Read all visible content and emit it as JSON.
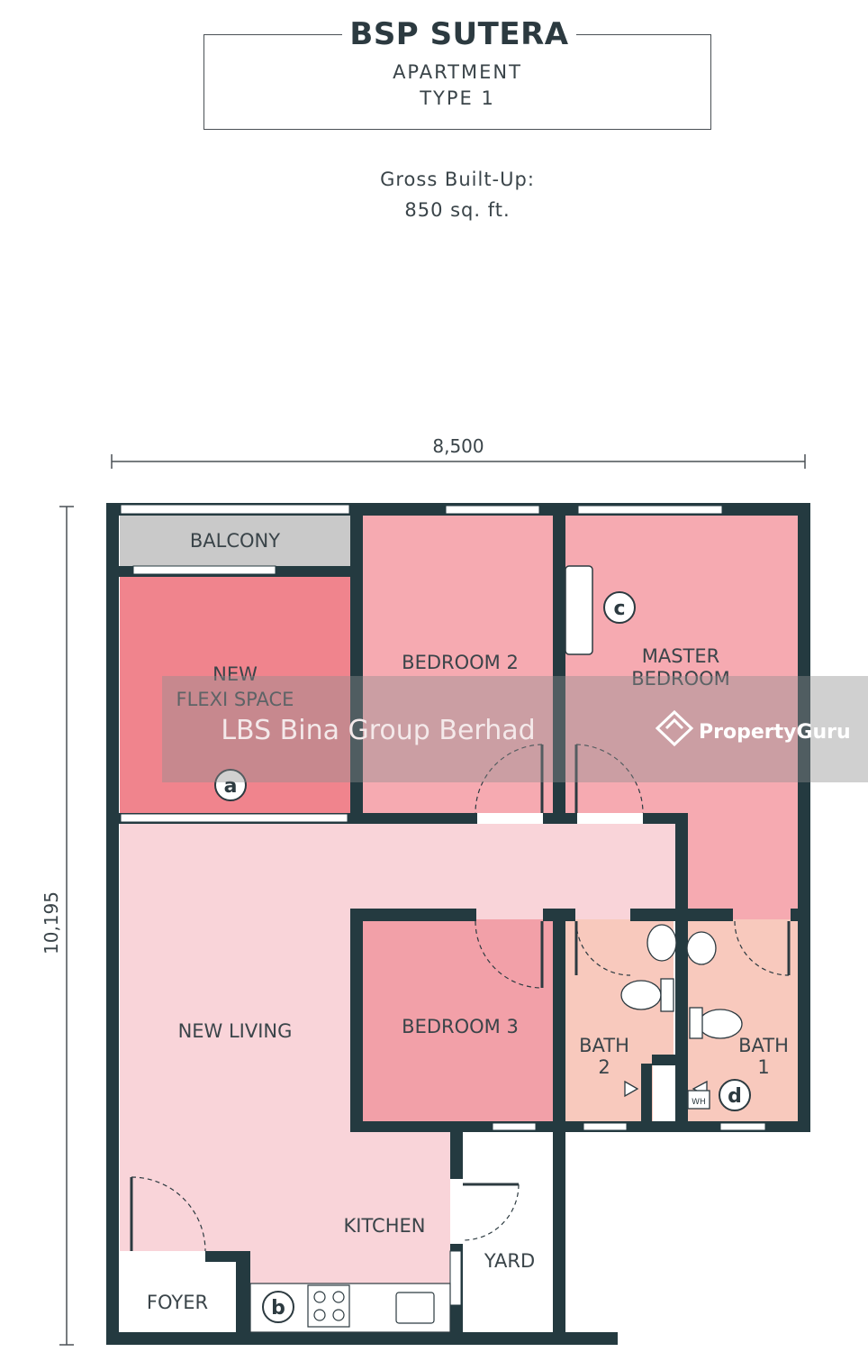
{
  "header": {
    "project_name": "BSP SUTERA",
    "unit_category": "APARTMENT",
    "unit_type": "TYPE 1"
  },
  "area": {
    "label": "Gross Built-Up:",
    "value": "850 sq. ft."
  },
  "dimensions": {
    "width": "8,500",
    "depth": "10,195"
  },
  "rooms": {
    "balcony": "BALCONY",
    "flexi_line1": "NEW",
    "flexi_line2": "FLEXI SPACE",
    "bedroom2": "BEDROOM 2",
    "master_line1": "MASTER",
    "master_line2": "BEDROOM",
    "living": "NEW LIVING",
    "bedroom3": "BEDROOM 3",
    "bath2_line1": "BATH",
    "bath2_line2": "2",
    "bath1_line1": "BATH",
    "bath1_line2": "1",
    "kitchen": "KITCHEN",
    "yard": "YARD",
    "foyer": "FOYER",
    "water_heater": "WH"
  },
  "markers": {
    "a": "a",
    "b": "b",
    "c": "c",
    "d": "d"
  },
  "watermark": {
    "developer": "LBS Bina Group Berhad",
    "portal": "PropertyGuru"
  },
  "colors": {
    "wall": "#243a40",
    "balcony": "#c9c9c9",
    "flexi": "#f0848d",
    "bedroom": "#f6aab1",
    "bedroom3": "#f2a0a8",
    "living": "#f9d4d9",
    "bath": "#f8c9bd",
    "service": "#ffffff"
  }
}
